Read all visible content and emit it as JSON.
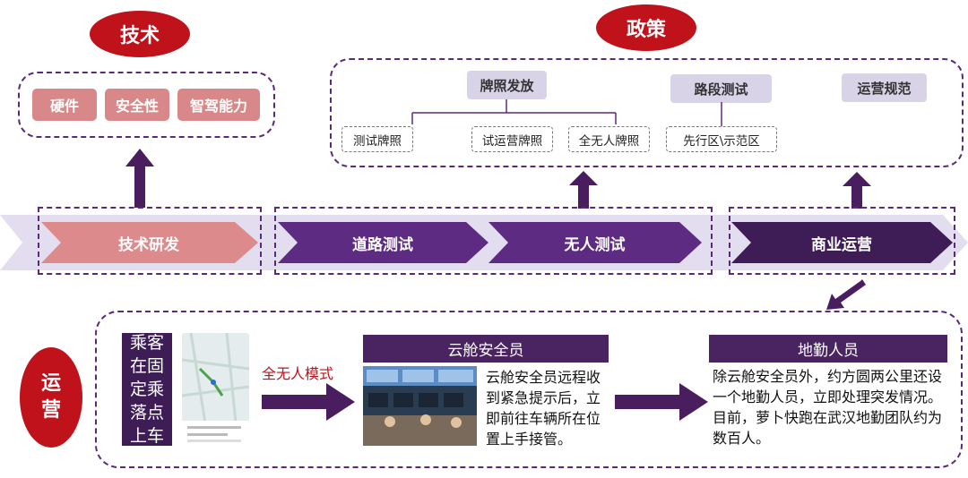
{
  "labels": {
    "tech": "技术",
    "policy": "政策",
    "ops": "运营"
  },
  "tech_items": [
    "硬件",
    "安全性",
    "智驾能力"
  ],
  "policy": {
    "license_issue": "牌照发放",
    "road_test": "路段测试",
    "ops_norm": "运营规范",
    "licenses": [
      "测试牌照",
      "试运营牌照",
      "全无人牌照"
    ],
    "zone": "先行区\\示范区"
  },
  "stages": [
    "技术研发",
    "道路测试",
    "无人测试",
    "商业运营"
  ],
  "ops": {
    "passenger": "乘客在固定乘落点上车",
    "mode": "全无人模式",
    "cloud_title": "云舱安全员",
    "cloud_text": "云舱安全员远程收到紧急提示后，立即前往车辆所在位置上手接管。",
    "ground_title": "地勤人员",
    "ground_text": "除云舱安全员外，约方圆两公里还设一个地勤人员，立即处理突发情况。目前，萝卜快跑在武汉地勤团队约为数百人。"
  },
  "colors": {
    "red": "#c0121a",
    "purple_dark": "#3e1d56",
    "purple": "#5a2a7a",
    "pink": "#d9888a",
    "lavender": "#d9d3e8"
  }
}
